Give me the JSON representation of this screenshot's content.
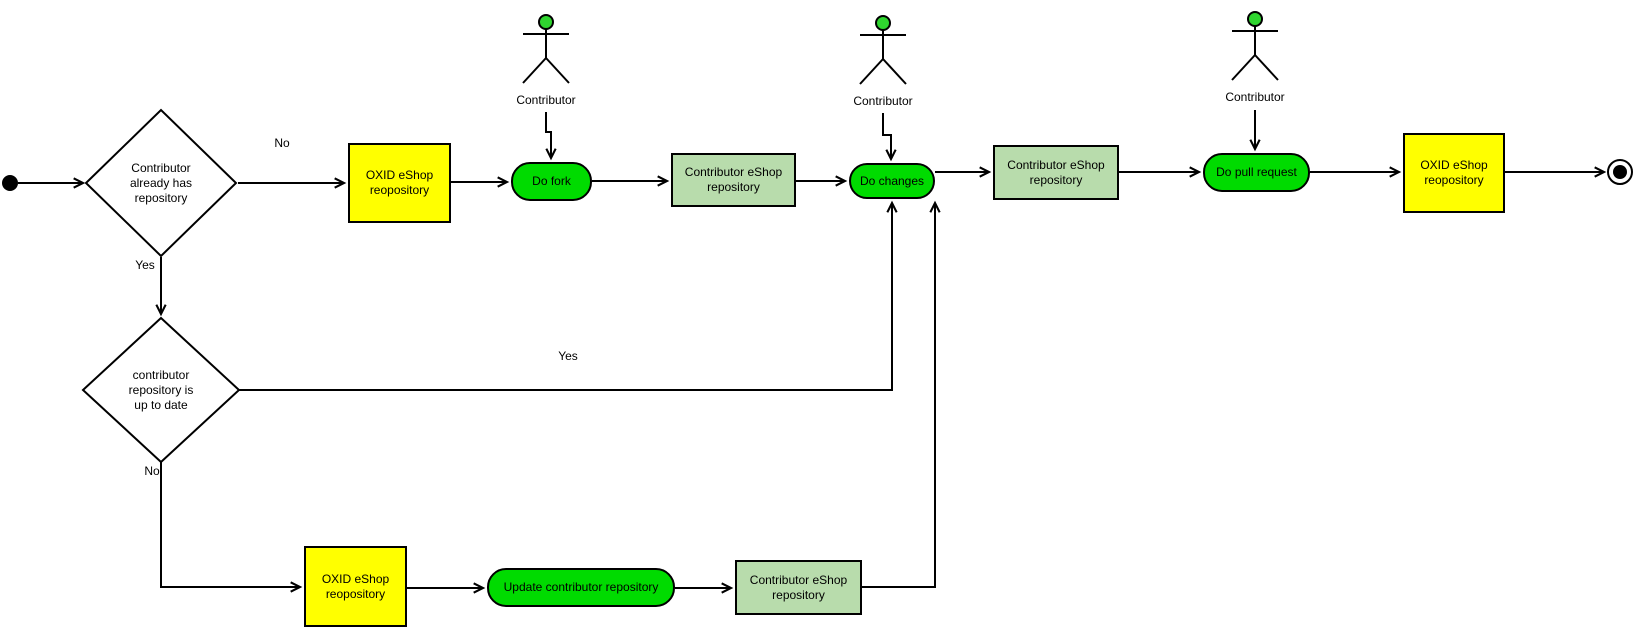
{
  "colors": {
    "activity_green": "#00db00",
    "artifact_green": "#b8dcac",
    "artifact_yellow": "#ffff00",
    "actor_head": "#2fd52f",
    "line": "#000000",
    "background": "#ffffff"
  },
  "nodes": {
    "decision_has_repo": {
      "label": "Contributor\nalready has\nrepository"
    },
    "oxid_repo_top": {
      "label": "OXID eShop\nreopository"
    },
    "do_fork": {
      "label": "Do fork"
    },
    "contrib_repo_main_1": {
      "label": "Contributor eShop\nrepository"
    },
    "do_changes": {
      "label": "Do changes"
    },
    "contrib_repo_main_2": {
      "label": "Contributor eShop\nrepository"
    },
    "do_pull_request": {
      "label": "Do pull request"
    },
    "oxid_repo_end": {
      "label": "OXID eShop\nreopository"
    },
    "decision_up_to_date": {
      "label": "contributor\nrepository is\nup to date"
    },
    "oxid_repo_bottom": {
      "label": "OXID eShop\nreopository"
    },
    "update_contrib_repo": {
      "label": "Update contributor repository"
    },
    "contrib_repo_bottom": {
      "label": "Contributor eShop\nrepository"
    }
  },
  "actors": {
    "fork": {
      "label": "Contributor"
    },
    "changes": {
      "label": "Contributor"
    },
    "pull": {
      "label": "Contributor"
    }
  },
  "edge_labels": {
    "decision1_no": "No",
    "decision1_yes": "Yes",
    "decision2_yes": "Yes",
    "decision2_no": "No"
  }
}
